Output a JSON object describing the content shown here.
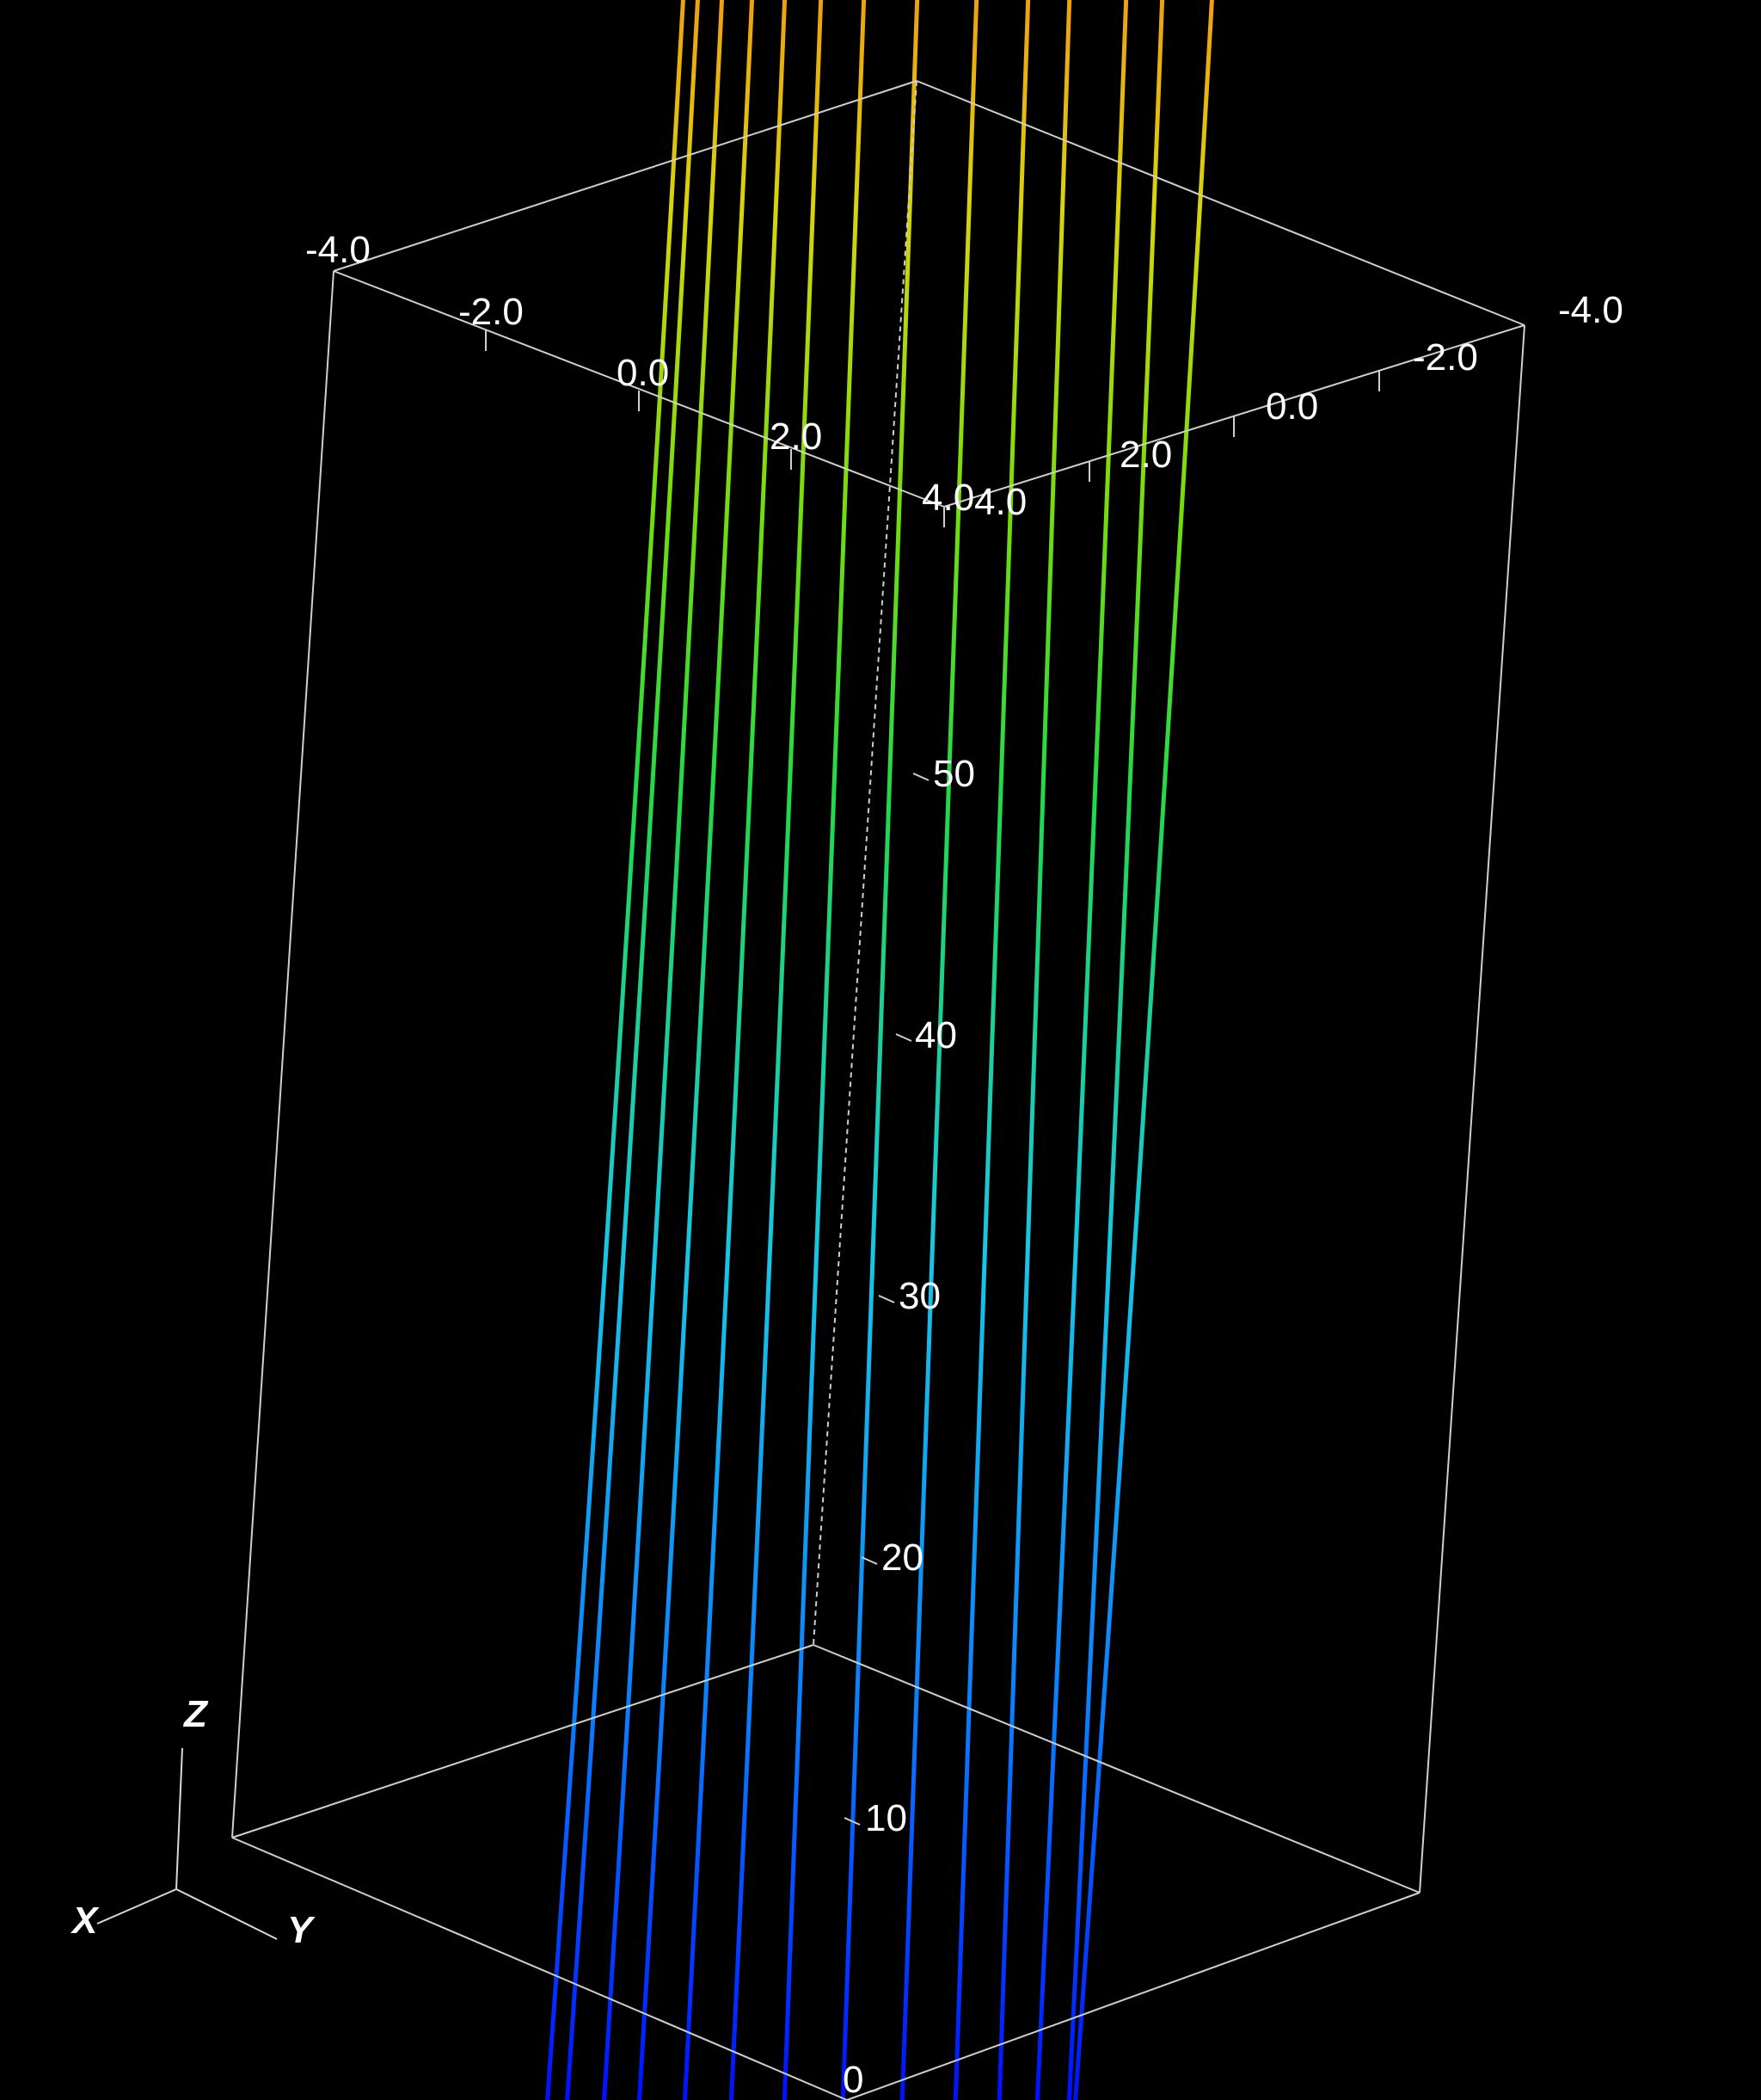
{
  "view": {
    "background": "#000000",
    "box_color": "#cfcfcf",
    "label_color": "#ffffff",
    "colormap": "jet",
    "colormap_stops": [
      "#0010ff",
      "#0a7cff",
      "#17c6e6",
      "#22d84a",
      "#6fdc0f",
      "#d8d40c",
      "#f0a010"
    ],
    "dashed_vertical_edge": true
  },
  "axes": {
    "x_tick_labels": [
      "-4.0",
      "-2.0",
      "0.0",
      "2.0",
      "4.0"
    ],
    "y_tick_labels": [
      "-4.0",
      "-2.0",
      "0.0",
      "2.0",
      "4.0"
    ],
    "z_tick_labels": [
      "0",
      "10",
      "20",
      "30",
      "40",
      "50"
    ]
  },
  "orientation": {
    "x_label": "X",
    "y_label": "Y",
    "z_label": "Z"
  },
  "chart_data": {
    "type": "line",
    "description_3d": "parallel streamlines rising along the z axis, colored by height",
    "x_range": [
      -4.0,
      4.0
    ],
    "y_range": [
      -4.0,
      4.0
    ],
    "z_range": [
      0,
      60
    ],
    "color_by": "z",
    "streamline_count": 14
  }
}
